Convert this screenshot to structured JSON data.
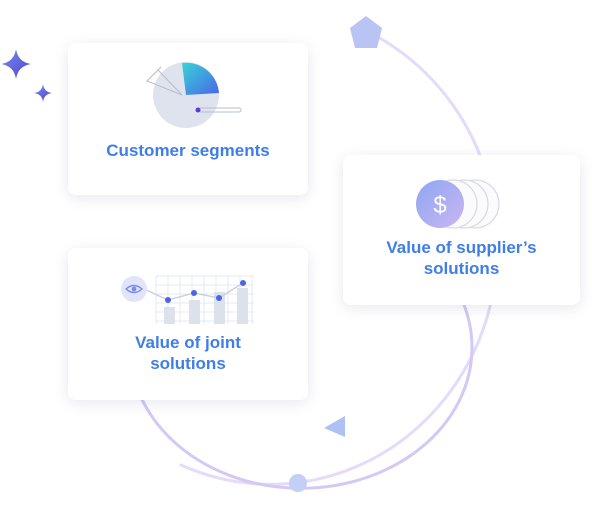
{
  "cards": {
    "segments": {
      "label": "Customer segments"
    },
    "supplier": {
      "label_line1": "Value of supplier’s",
      "label_line2": "solutions",
      "currency_symbol": "$"
    },
    "joint": {
      "label_line1": "Value of joint",
      "label_line2": "solutions"
    }
  },
  "colors": {
    "label": "#3f7ee8",
    "cycle_ring": "#d9ccf7",
    "accent_purple": "#b9aef2",
    "accent_teal": "#31d1d6",
    "accent_blue": "#4a69e6",
    "sparkle": "#5b5bd6"
  }
}
